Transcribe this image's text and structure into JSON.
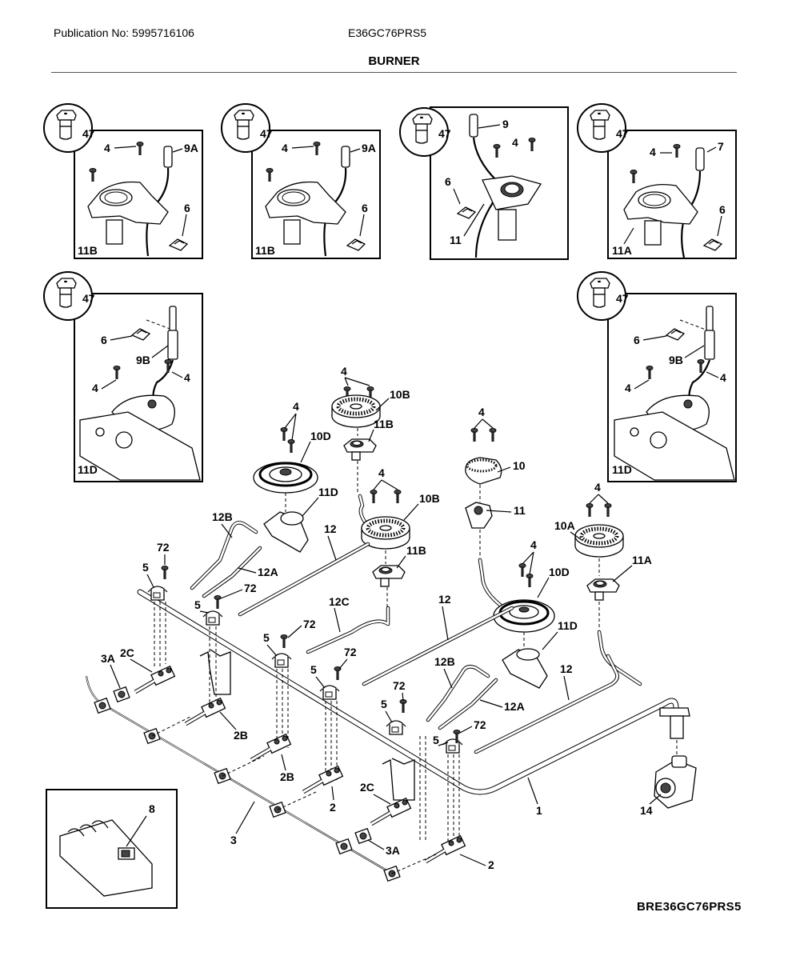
{
  "header": {
    "publication": "Publication No: 5995716106",
    "model": "E36GC76PRS5",
    "section_title": "BURNER"
  },
  "footer": {
    "figure_id": "BRE36GC76PRS5"
  },
  "insets": [
    {
      "name": "inset-burner-11b-left",
      "labels": {
        "orifice": "47",
        "screws": "4",
        "electrode": "9A",
        "clip": "6",
        "base": "11B"
      }
    },
    {
      "name": "inset-burner-11b-mid",
      "labels": {
        "orifice": "47",
        "screws": "4",
        "electrode": "9A",
        "clip": "6",
        "base": "11B"
      }
    },
    {
      "name": "inset-burner-11",
      "labels": {
        "orifice": "47",
        "screws": "4",
        "electrode": "9",
        "clip": "6",
        "base": "11"
      }
    },
    {
      "name": "inset-burner-11a",
      "labels": {
        "orifice": "47",
        "screws": "4",
        "electrode": "7",
        "clip": "6",
        "base": "11A"
      }
    },
    {
      "name": "inset-burner-11d-left",
      "labels": {
        "orifice": "47",
        "clip": "6",
        "electrode": "9B",
        "screw_a": "4",
        "screw_b": "4",
        "base": "11D"
      }
    },
    {
      "name": "inset-burner-11d-right",
      "labels": {
        "orifice": "47",
        "clip": "6",
        "electrode": "9B",
        "screw_a": "4",
        "screw_b": "4",
        "base": "11D"
      }
    },
    {
      "name": "inset-spark-module",
      "labels": {
        "module": "8"
      }
    }
  ],
  "callouts": {
    "c4_top": "4",
    "c10B_top": "10B",
    "c11B_top": "11B",
    "c4_10d_left": "4",
    "c10D_left": "10D",
    "c11D_left": "11D",
    "c4_10b_mid": "4",
    "c10B_mid": "10B",
    "c11B_mid": "11B",
    "c4_10": "4",
    "c10": "10",
    "c11": "11",
    "c4_10a": "4",
    "c10A": "10A",
    "c11A": "11A",
    "c4_10d_right": "4",
    "c10D_right": "10D",
    "c11D_right": "11D",
    "c12B_left": "12B",
    "c12A_left": "12A",
    "c12_upper": "12",
    "c72_a": "72",
    "c5_a": "5",
    "c72_b": "72",
    "c5_b": "5",
    "c12C": "12C",
    "c72_c": "72",
    "c5_c": "5",
    "c72_d": "72",
    "c5_d": "5",
    "c12_mid": "12",
    "c12B_right": "12B",
    "c12A_right": "12A",
    "c12_right": "12",
    "c72_e": "72",
    "c5_e": "5",
    "c72_f": "72",
    "c5_f": "5",
    "c3A_left": "3A",
    "c2C_left": "2C",
    "c2B_a": "2B",
    "c2B_b": "2B",
    "c2_a": "2",
    "c2C_right": "2C",
    "c3A_right": "3A",
    "c2_b": "2",
    "c3": "3",
    "c1": "1",
    "c14": "14"
  }
}
